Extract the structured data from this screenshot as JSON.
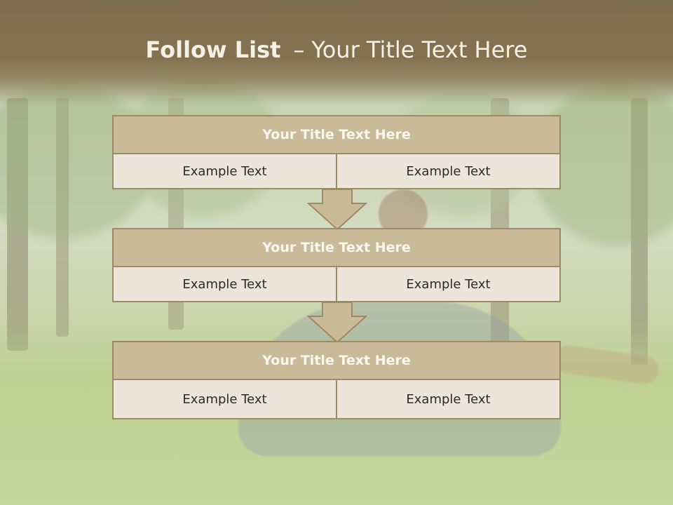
{
  "slide": {
    "title_bold": "Follow List",
    "title_separator": "–",
    "title_rest": "Your Title Text Here"
  },
  "blocks": [
    {
      "title": "Your Title Text Here",
      "left": "Example Text",
      "right": "Example Text"
    },
    {
      "title": "Your Title Text Here",
      "left": "Example Text",
      "right": "Example Text"
    },
    {
      "title": "Your Title Text Here",
      "left": "Example Text",
      "right": "Example Text"
    }
  ],
  "colors": {
    "header_band": "#84724f",
    "block_header": "#c9bb98",
    "block_cell": "#ebe5da",
    "border": "#9d8b66",
    "arrow": "#c9bb98"
  }
}
